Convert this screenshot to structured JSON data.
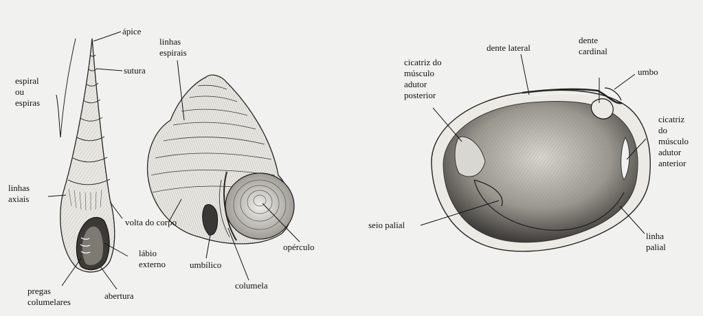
{
  "labels": {
    "apice": "ápice",
    "sutura": "sutura",
    "espiral": [
      "espiral",
      "ou",
      "espiras"
    ],
    "linhas_axiais": [
      "linhas",
      "axiais"
    ],
    "linhas_espirais": [
      "linhas",
      "espirais"
    ],
    "volta_do_corpo": "volta do corpo",
    "labio_externo": [
      "lábio",
      "externo"
    ],
    "pregas_columelares": [
      "pregas",
      "columelares"
    ],
    "abertura": "abertura",
    "umbilico": "umbílico",
    "columela": "columela",
    "operculo": "opérculo",
    "dente_lateral": "dente lateral",
    "dente_cardinal": [
      "dente",
      "cardinal"
    ],
    "umbo": "umbo",
    "cicatriz_posterior": [
      "cicatriz do",
      "músculo",
      "adutor",
      "posterior"
    ],
    "cicatriz_anterior": [
      "cicatriz",
      "do",
      "músculo",
      "adutor",
      "anterior"
    ],
    "seio_palial": "seio palial",
    "linha_palial": [
      "linha",
      "palial"
    ]
  },
  "colors": {
    "background": "#f1f1ef",
    "ink": "#111111",
    "shell_light": "#e9e7e2",
    "shell_mid": "#b9b6ae",
    "shell_dark": "#4a4844"
  }
}
